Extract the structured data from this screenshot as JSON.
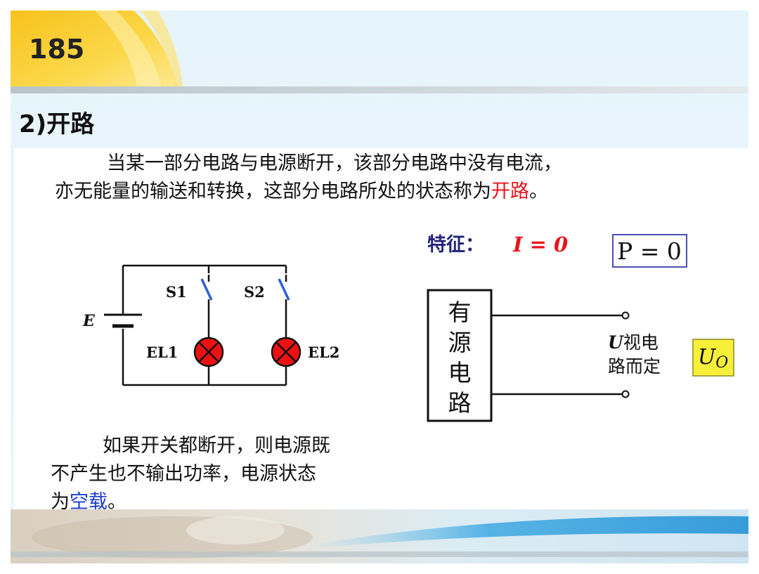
{
  "slide": {
    "number": "185",
    "section_title": "2)开路"
  },
  "intro": {
    "line1": "当某一部分电路与电源断开，该部分电路中没有电流，",
    "line2_before": "亦无能量的输送和转换，这部分电路所处的状态称为",
    "line2_term": "开路",
    "line2_end": "。"
  },
  "circuit": {
    "source_label": "E",
    "switch1_label": "S1",
    "switch2_label": "S2",
    "lamp1_label": "EL1",
    "lamp2_label": "EL2"
  },
  "feature": {
    "label": "特征：",
    "current_eq": "I = 0",
    "power_eq": "P = 0"
  },
  "source_box": {
    "chars": [
      "有",
      "源",
      "电",
      "路"
    ]
  },
  "voltage_note": {
    "symbol": "U",
    "line1_rest": "视电",
    "line2": "路而定",
    "box_main": "U",
    "box_sub": "O"
  },
  "bottom": {
    "line1": "如果开关都断开，则电源既",
    "line2": "不产生也不输出功率，电源状态",
    "line3_before": "为",
    "line3_term": "空载",
    "line3_end": "。"
  },
  "colors": {
    "highlight_red": "#e8141e",
    "highlight_blue": "#1a3bd4",
    "feature_label_navy": "#23237a",
    "lamp_red": "#ee1111",
    "power_box_border": "#4a50b8",
    "uo_box_fill": "#f7f03a",
    "switch_blue": "#2f5fd6"
  }
}
